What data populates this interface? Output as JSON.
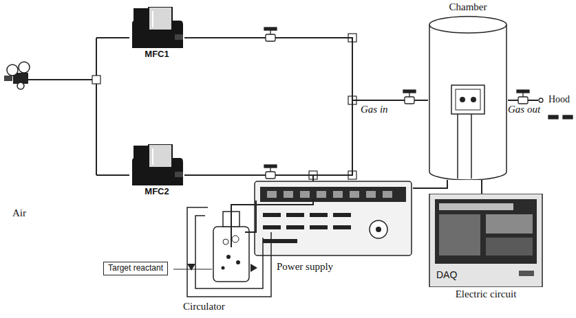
{
  "diagram": {
    "nodes": [
      {
        "text": [
          "MFC1"
        ]
      },
      {
        "text": [
          "MFC2"
        ]
      },
      {
        "text": [
          "Chamber"
        ]
      },
      {
        "text": [
          "Target reactant"
        ]
      },
      {
        "text": [
          "Power supply"
        ]
      },
      {
        "text": [
          "DAQ",
          "Electric circuit"
        ]
      },
      {
        "text": [
          "Circulator"
        ]
      }
    ],
    "edges": [
      {
        "from": 0,
        "to": 2,
        "arrow": "none"
      },
      {
        "from": 1,
        "to": 2,
        "arrow": "none"
      },
      {
        "from": 1,
        "to": 6,
        "arrow": "none"
      },
      {
        "from": 4,
        "to": 2,
        "arrow": "none"
      },
      {
        "from": 5,
        "to": 2,
        "arrow": "none"
      }
    ],
    "labels": [
      "Gas in",
      "Gas out",
      "Hood",
      "Air"
    ]
  }
}
